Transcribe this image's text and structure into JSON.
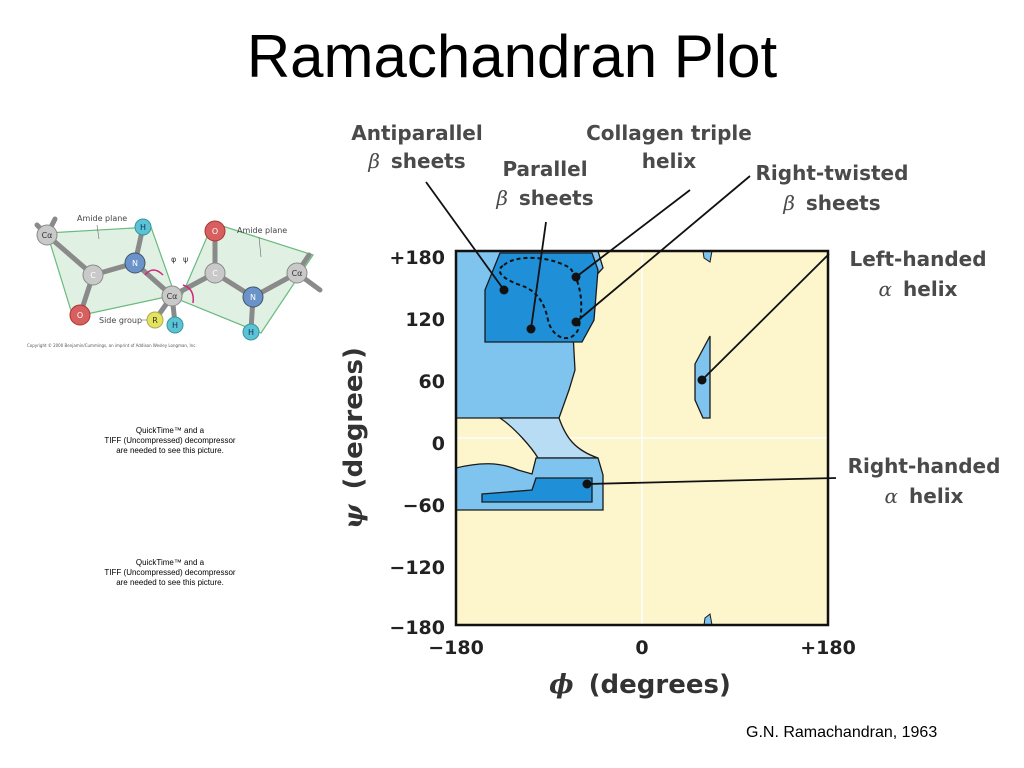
{
  "slide": {
    "title": "Ramachandran Plot",
    "citation": "G.N. Ramachandran, 1963"
  },
  "peptide_figure": {
    "amide_plane_left": "Amide plane",
    "amide_plane_right": "Amide plane",
    "side_group": "Side group",
    "atoms": {
      "ca": "Cα",
      "c": "C",
      "n": "N",
      "o": "O",
      "h": "H",
      "r": "R"
    },
    "angle_phi": "φ",
    "angle_psi": "ψ",
    "copyright": "Copyright © 2000 Benjamin/Cummings, an imprint of Addison Wesley Longman, Inc."
  },
  "placeholders": [
    {
      "line1": "QuickTime™ and a",
      "line2": "TIFF (Uncompressed) decompressor",
      "line3": "are needed to see this picture."
    },
    {
      "line1": "QuickTime™ and a",
      "line2": "TIFF (Uncompressed) decompressor",
      "line3": "are needed to see this picture."
    }
  ],
  "plot": {
    "x_ticks": [
      "−180",
      "0",
      "+180"
    ],
    "y_ticks": [
      "+180",
      "120",
      "60",
      "0",
      "−60",
      "−120",
      "−180"
    ],
    "x_axis_symbol": "ϕ",
    "x_axis_label": "(degrees)",
    "y_axis_symbol": "ψ",
    "y_axis_label": "(degrees)",
    "labels": {
      "antiparallel_1": "Antiparallel",
      "antiparallel_2": "sheets",
      "collagen_1": "Collagen triple",
      "collagen_2": "helix",
      "parallel_1": "Parallel",
      "parallel_2": "sheets",
      "right_twisted_1": "Right-twisted",
      "right_twisted_2": "sheets",
      "left_handed_1": "Left-handed",
      "left_handed_2": "helix",
      "right_handed_1": "Right-handed",
      "right_handed_2": "helix",
      "beta": "β",
      "alpha": "α"
    },
    "colors": {
      "background": "#fdf5cc",
      "allowed": "#7ec4ee",
      "transition": "#b7dcf4",
      "core": "#1f8fd8",
      "outline": "#1a1a1a",
      "label": "#4a4a4a"
    }
  }
}
